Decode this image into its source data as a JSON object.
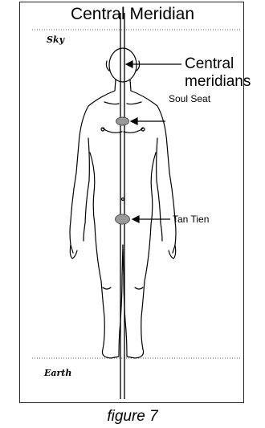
{
  "title": "Central Meridian",
  "labels": {
    "central_meridians": "Central meridians",
    "soul_seat": "Soul Seat",
    "tan_tien": "Tan Tien",
    "sky": "Sky",
    "earth": "Earth"
  },
  "caption": "figure 7"
}
